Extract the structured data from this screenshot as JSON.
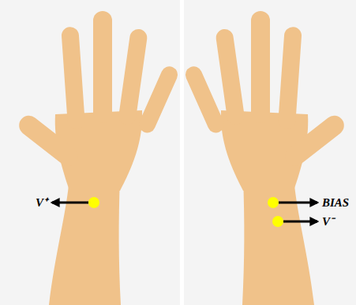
{
  "diagram": {
    "labels": [
      "V⁺",
      "BIAS",
      "V⁻"
    ]
  }
}
